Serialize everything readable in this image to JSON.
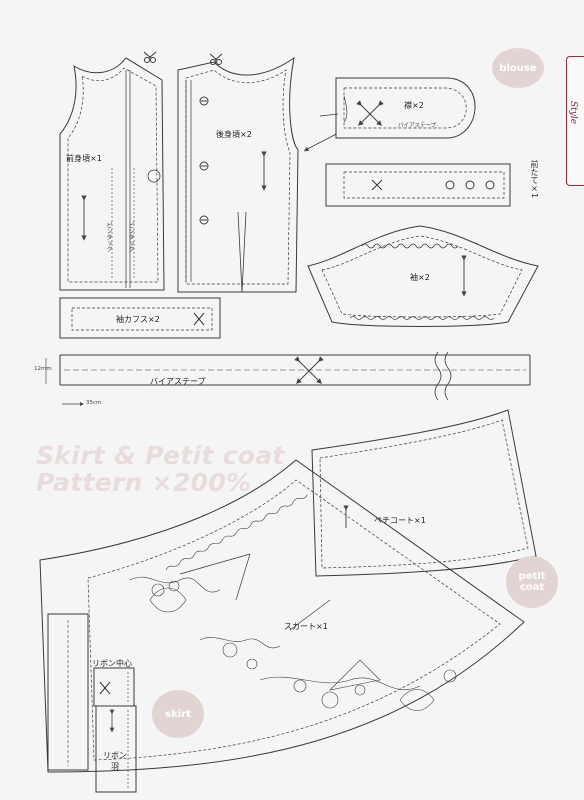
{
  "heading": {
    "line1": "Skirt & Petit coat",
    "line2": "Pattern ×200%"
  },
  "badges": {
    "blouse": "blouse",
    "petit_coat": [
      "petit",
      "coat"
    ],
    "skirt": "skirt"
  },
  "side_tab": "Style",
  "blouse_pieces": {
    "front_bodice": "前身頃×1",
    "back_bodice": "後身頃×2",
    "pin_tuck_1": "ピンタック",
    "pin_tuck_2": "ピンタック",
    "collar": "襟×2",
    "collar_bias": "バイアステープ",
    "front_placket": "前たて×1",
    "sleeve": "袖×2",
    "sleeve_cuffs": "袖カフス×2",
    "bias_tape": "バイアステープ",
    "bias_width": "12mm",
    "bias_length": "35cm"
  },
  "skirt_pieces": {
    "petticoat": "ペチコート×1",
    "skirt": "スカート×1",
    "ribbon_center": "リボン中心",
    "ribbon_wing": [
      "リボン",
      "羽"
    ]
  },
  "colors": {
    "accent": "#9a2a36",
    "watermark": "#e9dcdc",
    "badge": "#e1d4d3",
    "line": "#3a3a3a"
  }
}
